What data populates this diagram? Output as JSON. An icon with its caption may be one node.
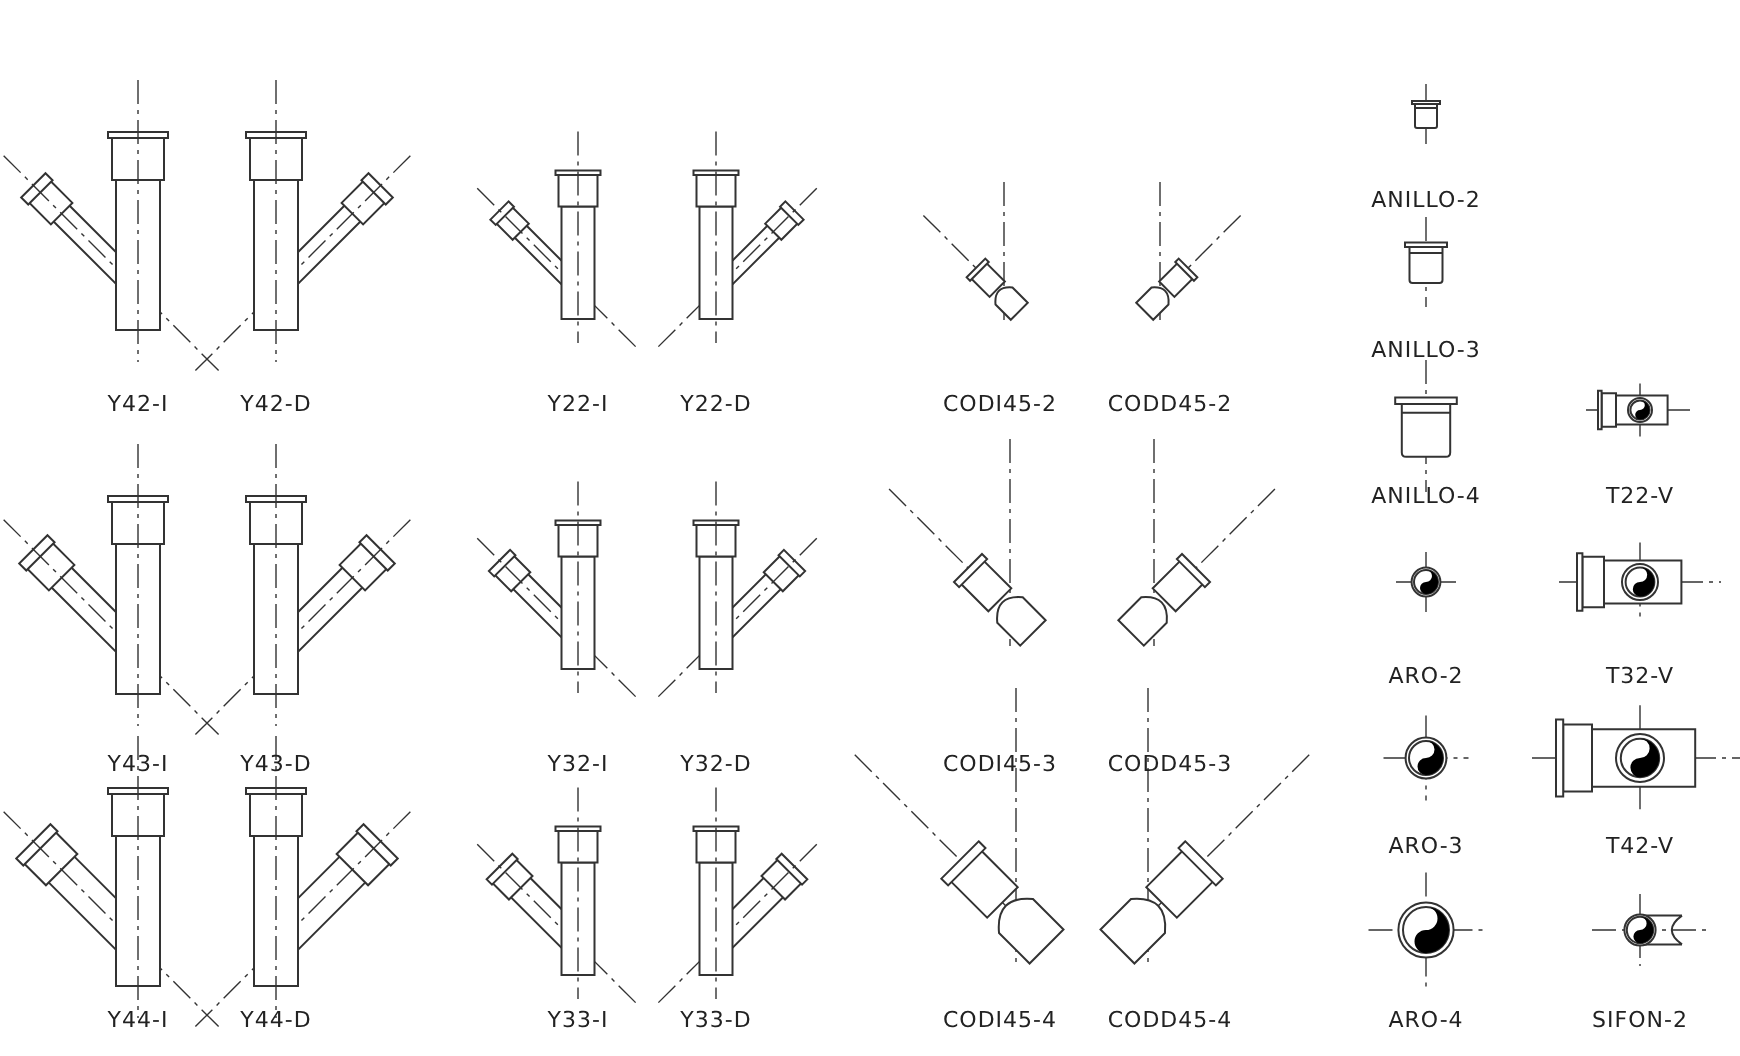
{
  "diagram": {
    "labels": [
      "Y42-I",
      "Y42-D",
      "Y22-I",
      "Y22-D",
      "CODI45-2",
      "CODD45-2",
      "Y43-I",
      "Y43-D",
      "Y32-I",
      "Y32-D",
      "CODI45-3",
      "CODD45-3",
      "Y44-I",
      "Y44-D",
      "Y33-I",
      "Y33-D",
      "CODI45-4",
      "CODD45-4",
      "ANILLO-2",
      "ANILLO-3",
      "ANILLO-4",
      "T22-V",
      "ARO-2",
      "T32-V",
      "ARO-3",
      "T42-V",
      "ARO-4",
      "SIFON-2"
    ]
  }
}
